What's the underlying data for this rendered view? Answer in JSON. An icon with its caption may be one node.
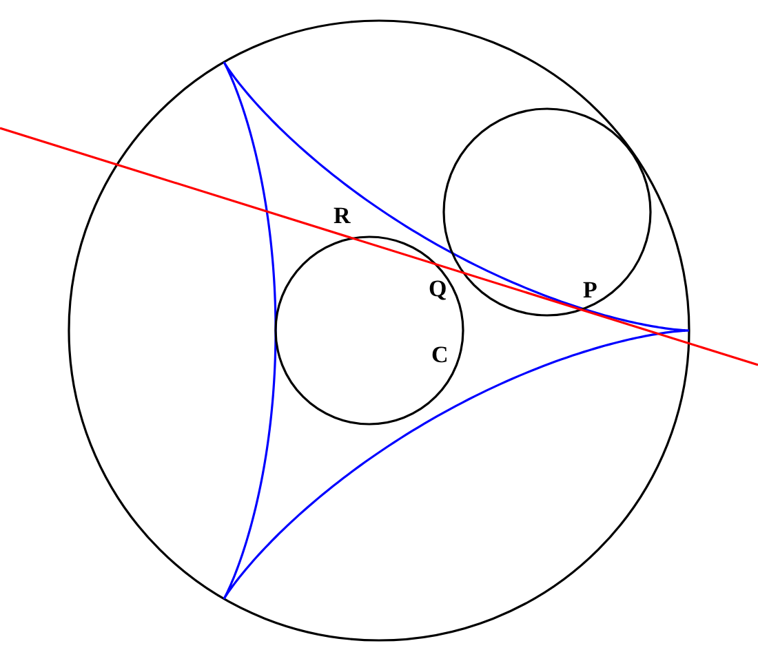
{
  "diagram": {
    "labels": [
      "R",
      "Q",
      "P",
      "C"
    ]
  }
}
